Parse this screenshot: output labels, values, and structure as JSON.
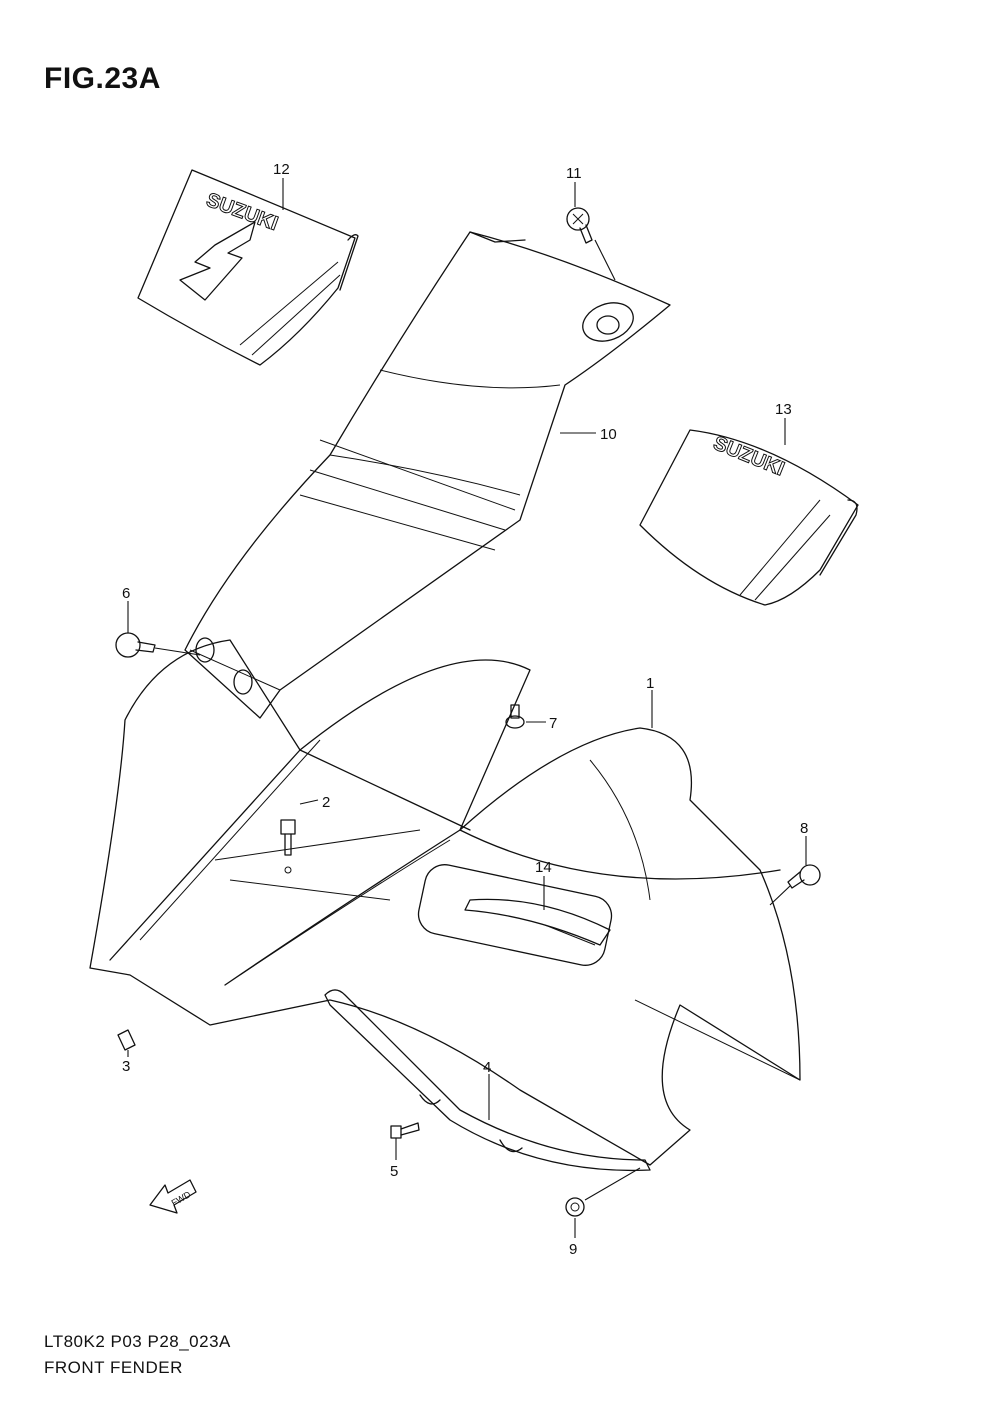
{
  "figure": {
    "title": "FIG.23A",
    "code": "LT80K2 P03 P28_023A",
    "name": "FRONT FENDER"
  },
  "decals": {
    "brand_text": "SUZUKI",
    "fwd_text": "FWD"
  },
  "callouts": [
    {
      "id": "1",
      "label": "1"
    },
    {
      "id": "2",
      "label": "2"
    },
    {
      "id": "3",
      "label": "3"
    },
    {
      "id": "4",
      "label": "4"
    },
    {
      "id": "5",
      "label": "5"
    },
    {
      "id": "6",
      "label": "6"
    },
    {
      "id": "7",
      "label": "7"
    },
    {
      "id": "8",
      "label": "8"
    },
    {
      "id": "9",
      "label": "9"
    },
    {
      "id": "10",
      "label": "10"
    },
    {
      "id": "11",
      "label": "11"
    },
    {
      "id": "12",
      "label": "12"
    },
    {
      "id": "13",
      "label": "13"
    },
    {
      "id": "14",
      "label": "14"
    }
  ]
}
